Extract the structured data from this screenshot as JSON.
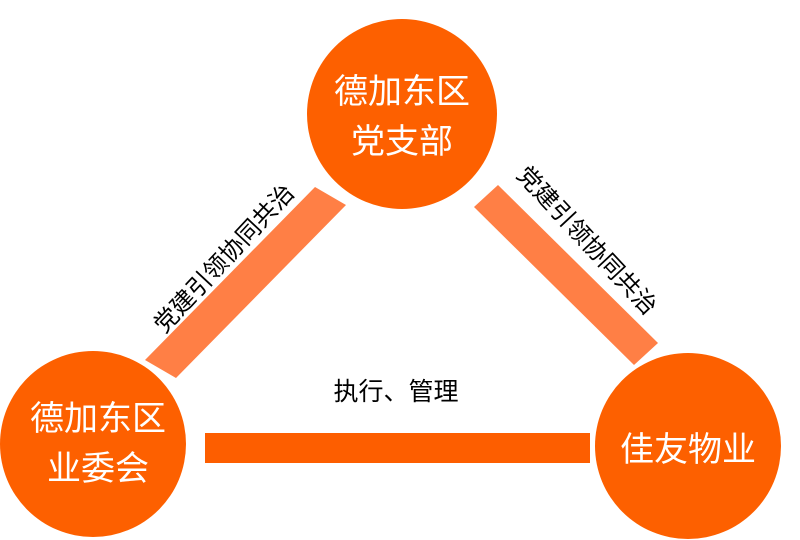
{
  "colors": {
    "node_fill": "#fd6000",
    "node_fill_light": "#ff7b3b",
    "connector": "#ff7f45",
    "connector_dark": "#fd5e00",
    "label_text": "#000000",
    "node_text": "#ffffff"
  },
  "nodes": {
    "top": {
      "lines": [
        "德加东区",
        "党支部"
      ]
    },
    "left": {
      "lines": [
        "德加东区",
        "业委会"
      ]
    },
    "right": {
      "lines": [
        "佳友物业"
      ]
    }
  },
  "edges": {
    "left_diagonal": {
      "label": "党建引领协同共治"
    },
    "right_diagonal": {
      "label": "党建引领协同共治"
    },
    "bottom": {
      "label": "执行、管理"
    }
  }
}
